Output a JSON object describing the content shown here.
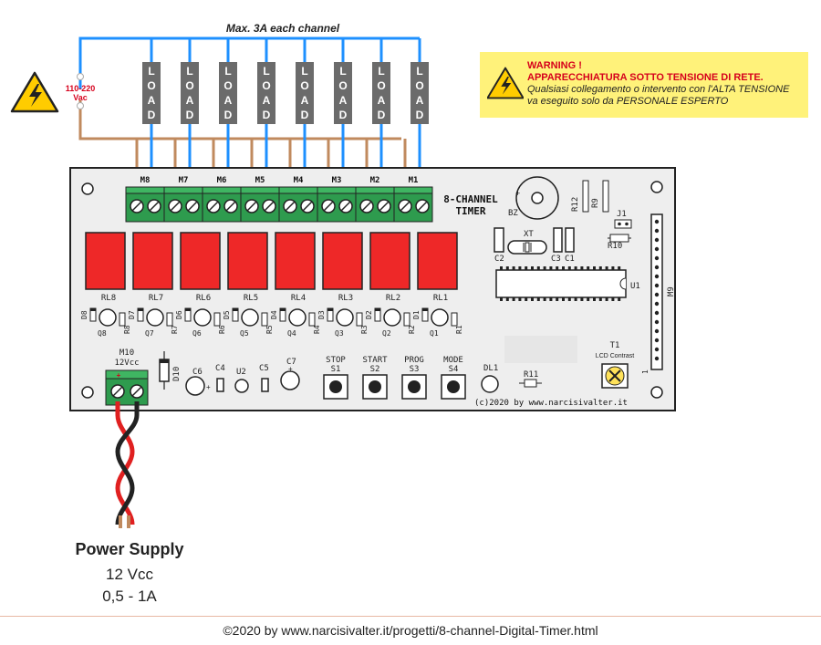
{
  "header": {
    "max_current": "Max. 3A each channel"
  },
  "mains": {
    "voltage_line1": "110-220",
    "voltage_line2": "Vac"
  },
  "load": {
    "letters": [
      "L",
      "O",
      "A",
      "D"
    ],
    "count": 8
  },
  "warning": {
    "title": "WARNING !",
    "line1": "APPARECCHIATURA SOTTO TENSIONE DI RETE.",
    "line2": "Qualsiasi collegamento o intervento con l'ALTA TENSIONE",
    "line3": "va eseguito solo da PERSONALE ESPERTO"
  },
  "board": {
    "title_line1": "8-CHANNEL",
    "title_line2": "TIMER",
    "terminals": [
      "M8",
      "M7",
      "M6",
      "M5",
      "M4",
      "M3",
      "M2",
      "M1"
    ],
    "relays": [
      "RL8",
      "RL7",
      "RL6",
      "RL5",
      "RL4",
      "RL3",
      "RL2",
      "RL1"
    ],
    "transistors": [
      "Q8",
      "Q7",
      "Q6",
      "Q5",
      "Q4",
      "Q3",
      "Q2",
      "Q1"
    ],
    "diodes": [
      "D8",
      "D7",
      "D6",
      "D5",
      "D4",
      "D3",
      "D2",
      "D1"
    ],
    "resistors": [
      "R8",
      "R7",
      "R6",
      "R5",
      "R4",
      "R3",
      "R2",
      "R1"
    ],
    "buzzer": "BZ",
    "r12": "R12",
    "r9": "R9",
    "j1": "J1",
    "r10": "R10",
    "xt": "XT",
    "c2": "C2",
    "c3": "C3",
    "c1": "C1",
    "u1": "U1",
    "m9": "M9",
    "pin1": "1",
    "power_conn": {
      "name": "M10",
      "voltage": "12Vcc",
      "plus": "+"
    },
    "d10": "D10",
    "c6": "C6",
    "c4": "C4",
    "u2": "U2",
    "c5": "C5",
    "c7": "C7",
    "buttons": [
      {
        "top": "STOP",
        "bottom": "S1"
      },
      {
        "top": "START",
        "bottom": "S2"
      },
      {
        "top": "PROG",
        "bottom": "S3"
      },
      {
        "top": "MODE",
        "bottom": "S4"
      }
    ],
    "dl1": "DL1",
    "r11": "R11",
    "t1": "T1",
    "lcd_contrast": "LCD Contrast",
    "copyright": "(c)2020 by www.narcisivalter.it"
  },
  "power_supply": {
    "title": "Power Supply",
    "voltage": "12 Vcc",
    "current": "0,5 - 1A"
  },
  "footer": {
    "text": "©2020 by www.narcisivalter.it/progetti/8-channel-Digital-Timer.html"
  },
  "colors": {
    "board": "#eeeeee",
    "wire_blue": "#1e90ff",
    "wire_brown": "#c08a5e",
    "terminal": "#2e9b4e",
    "relay": "#ee2828",
    "load": "#6b6b6b",
    "warning_bg": "#fff27a",
    "warning_text": "#d6001c"
  },
  "icons": [
    "high-voltage-icon",
    "screw-terminal-icon",
    "pushbutton-icon",
    "trimmer-icon",
    "buzzer-icon"
  ]
}
